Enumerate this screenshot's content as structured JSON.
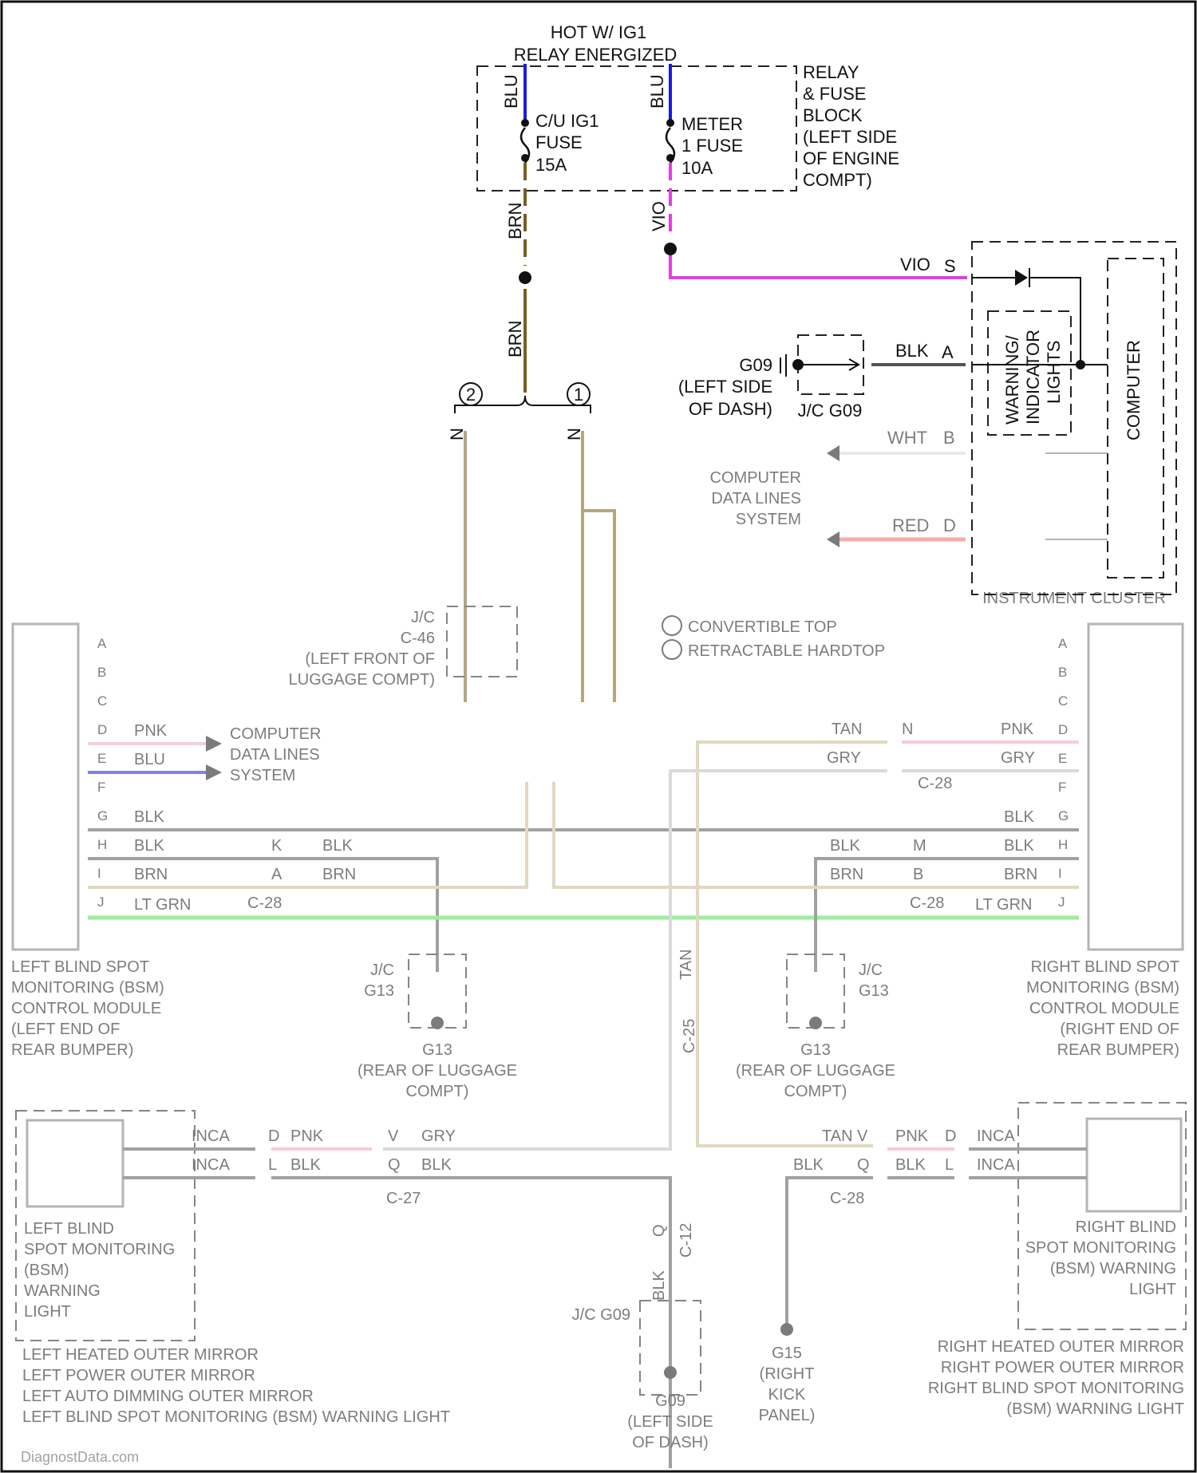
{
  "top": {
    "power_line1": "HOT W/ IG1",
    "power_line2": "RELAY ENERGIZED",
    "relay_block": [
      "RELAY",
      "& FUSE",
      "BLOCK",
      "(LEFT SIDE",
      "OF ENGINE",
      "COMPT)"
    ],
    "fuse1": [
      "C/U IG1",
      "FUSE",
      "15A"
    ],
    "fuse2": [
      "METER",
      "1 FUSE",
      "10A"
    ],
    "wire_blu": "BLU",
    "wire_brn": "BRN",
    "wire_vio": "VIO",
    "wire_blk": "BLK",
    "wire_wht": "WHT",
    "wire_red": "RED",
    "wire_n": "N",
    "circle1": "1",
    "circle2": "2",
    "pin_s": "S",
    "pin_a": "A",
    "pin_b": "B",
    "pin_d": "D",
    "g09_ground": [
      "G09",
      "(LEFT SIDE",
      "OF DASH)"
    ],
    "jc_g09": "J/C G09",
    "warning_lights": [
      "WARNING/",
      "INDICATOR",
      "LIGHTS"
    ],
    "computer": "COMPUTER",
    "computer_data_lines": [
      "COMPUTER",
      "DATA LINES",
      "SYSTEM"
    ],
    "instrument_cluster": "INSTRUMENT CLUSTER"
  },
  "middle": {
    "jc_c46": [
      "J/C",
      "C-46",
      "(LEFT FRONT OF",
      "LUGGAGE COMPT)"
    ],
    "legend": [
      "CONVERTIBLE TOP",
      "RETRACTABLE HARDTOP"
    ],
    "left_pins": [
      "A",
      "B",
      "C",
      "D",
      "E",
      "F",
      "G",
      "H",
      "I",
      "J"
    ],
    "right_pins": [
      "A",
      "B",
      "C",
      "D",
      "E",
      "F",
      "G",
      "H",
      "I",
      "J"
    ],
    "left_wires": [
      "PNK",
      "BLU",
      "BLK",
      "BLK",
      "BRN",
      "LT GRN"
    ],
    "right_wires": [
      "PNK",
      "GRY",
      "BLK",
      "BLK",
      "BRN",
      "LT GRN"
    ],
    "tan": "TAN",
    "gry": "GRY",
    "blk": "BLK",
    "brn": "BRN",
    "conn_c28": "C-28",
    "conn_c25": "C-25",
    "left_conn_k": "K",
    "left_conn_a": "A",
    "right_conn_n": "N",
    "right_conn_m": "M",
    "right_conn_b": "B",
    "computer_data_lines": [
      "COMPUTER",
      "DATA LINES",
      "SYSTEM"
    ],
    "left_module": [
      "LEFT BLIND SPOT",
      "MONITORING (BSM)",
      "CONTROL MODULE",
      "(LEFT END OF",
      "REAR BUMPER)"
    ],
    "right_module": [
      "RIGHT BLIND SPOT",
      "MONITORING (BSM)",
      "CONTROL MODULE",
      "(RIGHT END OF",
      "REAR BUMPER)"
    ],
    "jc_g13": [
      "J/C",
      "G13"
    ],
    "g13_ground": [
      "G13",
      "(REAR OF LUGGAGE",
      "COMPT)"
    ]
  },
  "bottom": {
    "left_light": [
      "LEFT BLIND",
      "SPOT MONITORING",
      "(BSM)",
      "WARNING",
      "LIGHT"
    ],
    "right_light": [
      "RIGHT BLIND",
      "SPOT MONITORING",
      "(BSM) WARNING",
      "LIGHT"
    ],
    "left_mirror": [
      "LEFT HEATED OUTER MIRROR",
      "LEFT POWER OUTER MIRROR",
      "LEFT AUTO DIMMING OUTER MIRROR",
      "LEFT BLIND SPOT MONITORING (BSM) WARNING LIGHT"
    ],
    "right_mirror": [
      "RIGHT HEATED OUTER MIRROR",
      "RIGHT POWER OUTER MIRROR",
      "RIGHT BLIND SPOT MONITORING",
      "(BSM) WARNING LIGHT"
    ],
    "inca": "INCA",
    "pnk": "PNK",
    "blk": "BLK",
    "gry": "GRY",
    "tan": "TAN",
    "conn_c27": "C-27",
    "conn_c28": "C-28",
    "conn_c12": "C-12",
    "pin_v": "V",
    "pin_q": "Q",
    "pin_d": "D",
    "pin_l": "L",
    "jc_g09": "J/C G09",
    "g09_ground": [
      "G09",
      "(LEFT SIDE",
      "OF DASH)"
    ],
    "g15_ground": [
      "G15",
      "(RIGHT",
      "KICK",
      "PANEL)"
    ],
    "watermark": "DiagnostData.com"
  },
  "colors": {
    "blu": "#1a1adf",
    "brn": "#7a5e1e",
    "vio": "#e040e0",
    "blk": "#555555",
    "wht": "#d8d8d8",
    "red": "#f06a6a",
    "pnk": "#f3a3b5",
    "lt_grn": "#4de04d",
    "tan": "#c9b98a",
    "gry": "#bdbdbd"
  }
}
